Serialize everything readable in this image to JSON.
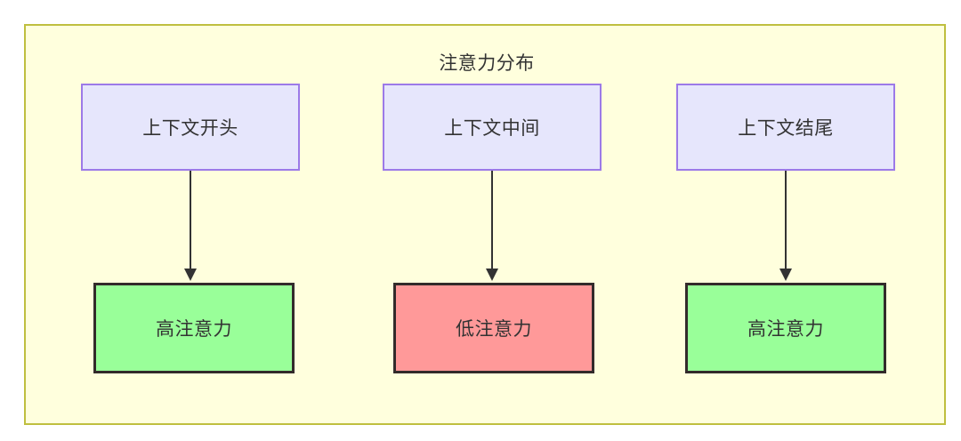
{
  "diagram": {
    "title": "注意力分布",
    "type": "flowchart",
    "background_color": "#ffffdd",
    "border_color": "#bfbf3f",
    "text_color": "#333333",
    "source_nodes": [
      {
        "id": "ctx-start",
        "label": "上下文开头",
        "fill": "#e6e6fc",
        "stroke": "#9c7ae8"
      },
      {
        "id": "ctx-middle",
        "label": "上下文中间",
        "fill": "#e6e6fc",
        "stroke": "#9c7ae8"
      },
      {
        "id": "ctx-end",
        "label": "上下文结尾",
        "fill": "#e6e6fc",
        "stroke": "#9c7ae8"
      }
    ],
    "result_nodes": [
      {
        "id": "attn-high-1",
        "label": "高注意力",
        "fill": "#99ff99",
        "stroke": "#332b2b"
      },
      {
        "id": "attn-low",
        "label": "低注意力",
        "fill": "#ff9999",
        "stroke": "#332b2b"
      },
      {
        "id": "attn-high-2",
        "label": "高注意力",
        "fill": "#99ff99",
        "stroke": "#332b2b"
      }
    ],
    "edges": [
      {
        "from": "ctx-start",
        "to": "attn-high-1",
        "label": "",
        "style": "solid-arrow"
      },
      {
        "from": "ctx-middle",
        "to": "attn-low",
        "label": "",
        "style": "solid-arrow"
      },
      {
        "from": "ctx-end",
        "to": "attn-high-2",
        "label": "",
        "style": "solid-arrow"
      }
    ]
  }
}
